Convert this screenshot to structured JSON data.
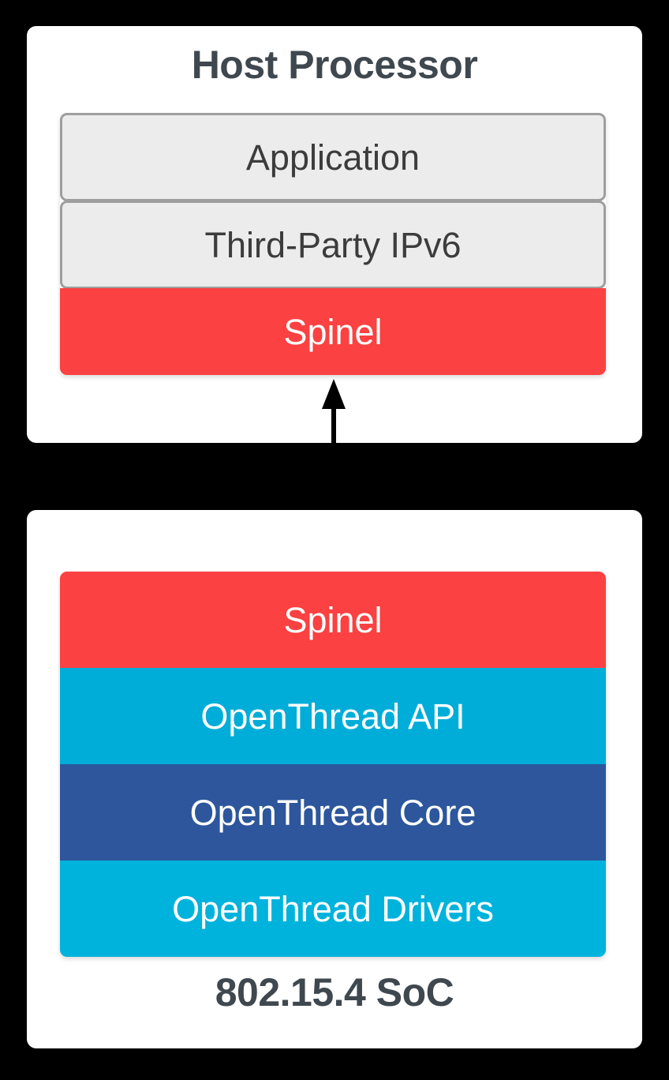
{
  "diagram": {
    "background_color": "#000000",
    "panels": [
      {
        "id": "host",
        "title": "Host Processor",
        "title_position": "top",
        "layers": [
          {
            "label": "Application",
            "style": "neutral",
            "fill": "#ececec",
            "border": "#9e9e9e",
            "text_color": "#3c3c3c"
          },
          {
            "label": "Third-Party IPv6",
            "style": "neutral",
            "fill": "#ececec",
            "border": "#9e9e9e",
            "text_color": "#3c3c3c"
          },
          {
            "label": "Spinel",
            "style": "filled",
            "fill": "#fb4141",
            "text_color": "#ffffff"
          }
        ]
      },
      {
        "id": "soc",
        "title": "802.15.4 SoC",
        "title_position": "bottom",
        "layers": [
          {
            "label": "Spinel",
            "style": "filled",
            "fill": "#fb4141",
            "text_color": "#ffffff"
          },
          {
            "label": "OpenThread API",
            "style": "filled",
            "fill": "#00add8",
            "text_color": "#ffffff"
          },
          {
            "label": "OpenThread Core",
            "style": "filled",
            "fill": "#2d569c",
            "text_color": "#ffffff"
          },
          {
            "label": "OpenThread Drivers",
            "style": "filled",
            "fill": "#00b3dc",
            "text_color": "#ffffff"
          }
        ]
      }
    ],
    "connectors": [
      {
        "id": "spinel-up",
        "direction": "up",
        "color": "#000000",
        "from": "802.15.4 SoC Spinel",
        "to": "Host Processor Spinel"
      },
      {
        "id": "spinel-down",
        "direction": "down",
        "color": "#000000",
        "from": "Host Processor Spinel",
        "to": "802.15.4 SoC Spinel"
      }
    ],
    "title_color": "#3f474f"
  }
}
